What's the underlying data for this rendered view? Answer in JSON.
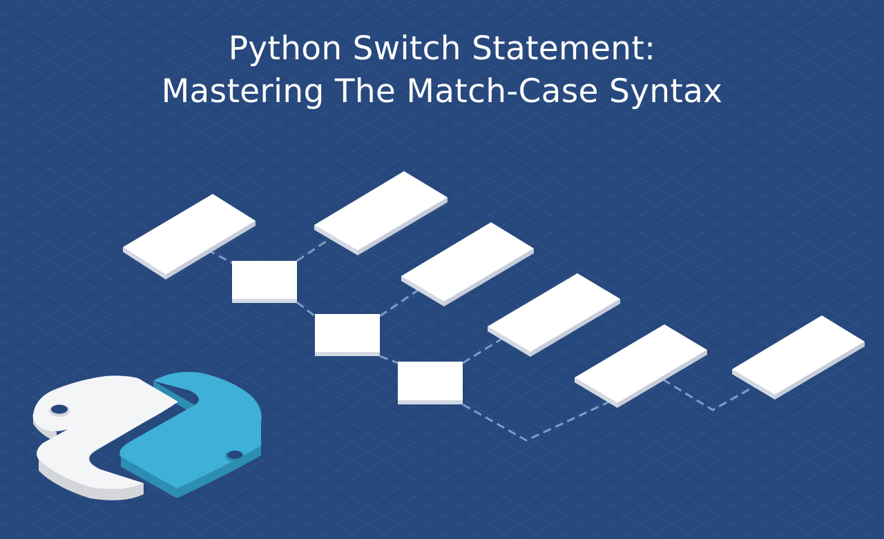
{
  "title": {
    "line1": "Python Switch Statement:",
    "line2": "Mastering The Match-Case Syntax"
  },
  "colors": {
    "background": "#27487d",
    "grid": "#3b5c8f",
    "card_top": "#ffffff",
    "card_side": "#d3d9e3",
    "connector": "#7f9cc4",
    "logo_white": "#f4f5f7",
    "logo_white_side": "#d4d6da",
    "logo_blue": "#3fb0d8",
    "logo_blue_side": "#2d8db3"
  },
  "icons": {
    "logo": "python-logo-icon"
  },
  "diagram": {
    "nodes": [
      {
        "id": "case-a",
        "kind": "case-card"
      },
      {
        "id": "case-b",
        "kind": "case-card"
      },
      {
        "id": "switch-1",
        "kind": "decision-block"
      },
      {
        "id": "case-c",
        "kind": "case-card"
      },
      {
        "id": "switch-2",
        "kind": "decision-block"
      },
      {
        "id": "case-d",
        "kind": "case-card"
      },
      {
        "id": "switch-3",
        "kind": "decision-block"
      },
      {
        "id": "case-e",
        "kind": "case-card"
      },
      {
        "id": "case-f",
        "kind": "case-card"
      }
    ],
    "edges": [
      [
        "case-a",
        "switch-1"
      ],
      [
        "switch-1",
        "case-b"
      ],
      [
        "switch-1",
        "switch-2"
      ],
      [
        "switch-2",
        "case-c"
      ],
      [
        "switch-2",
        "switch-3"
      ],
      [
        "switch-3",
        "case-d"
      ],
      [
        "switch-3",
        "case-e"
      ],
      [
        "case-e",
        "case-f"
      ]
    ]
  }
}
